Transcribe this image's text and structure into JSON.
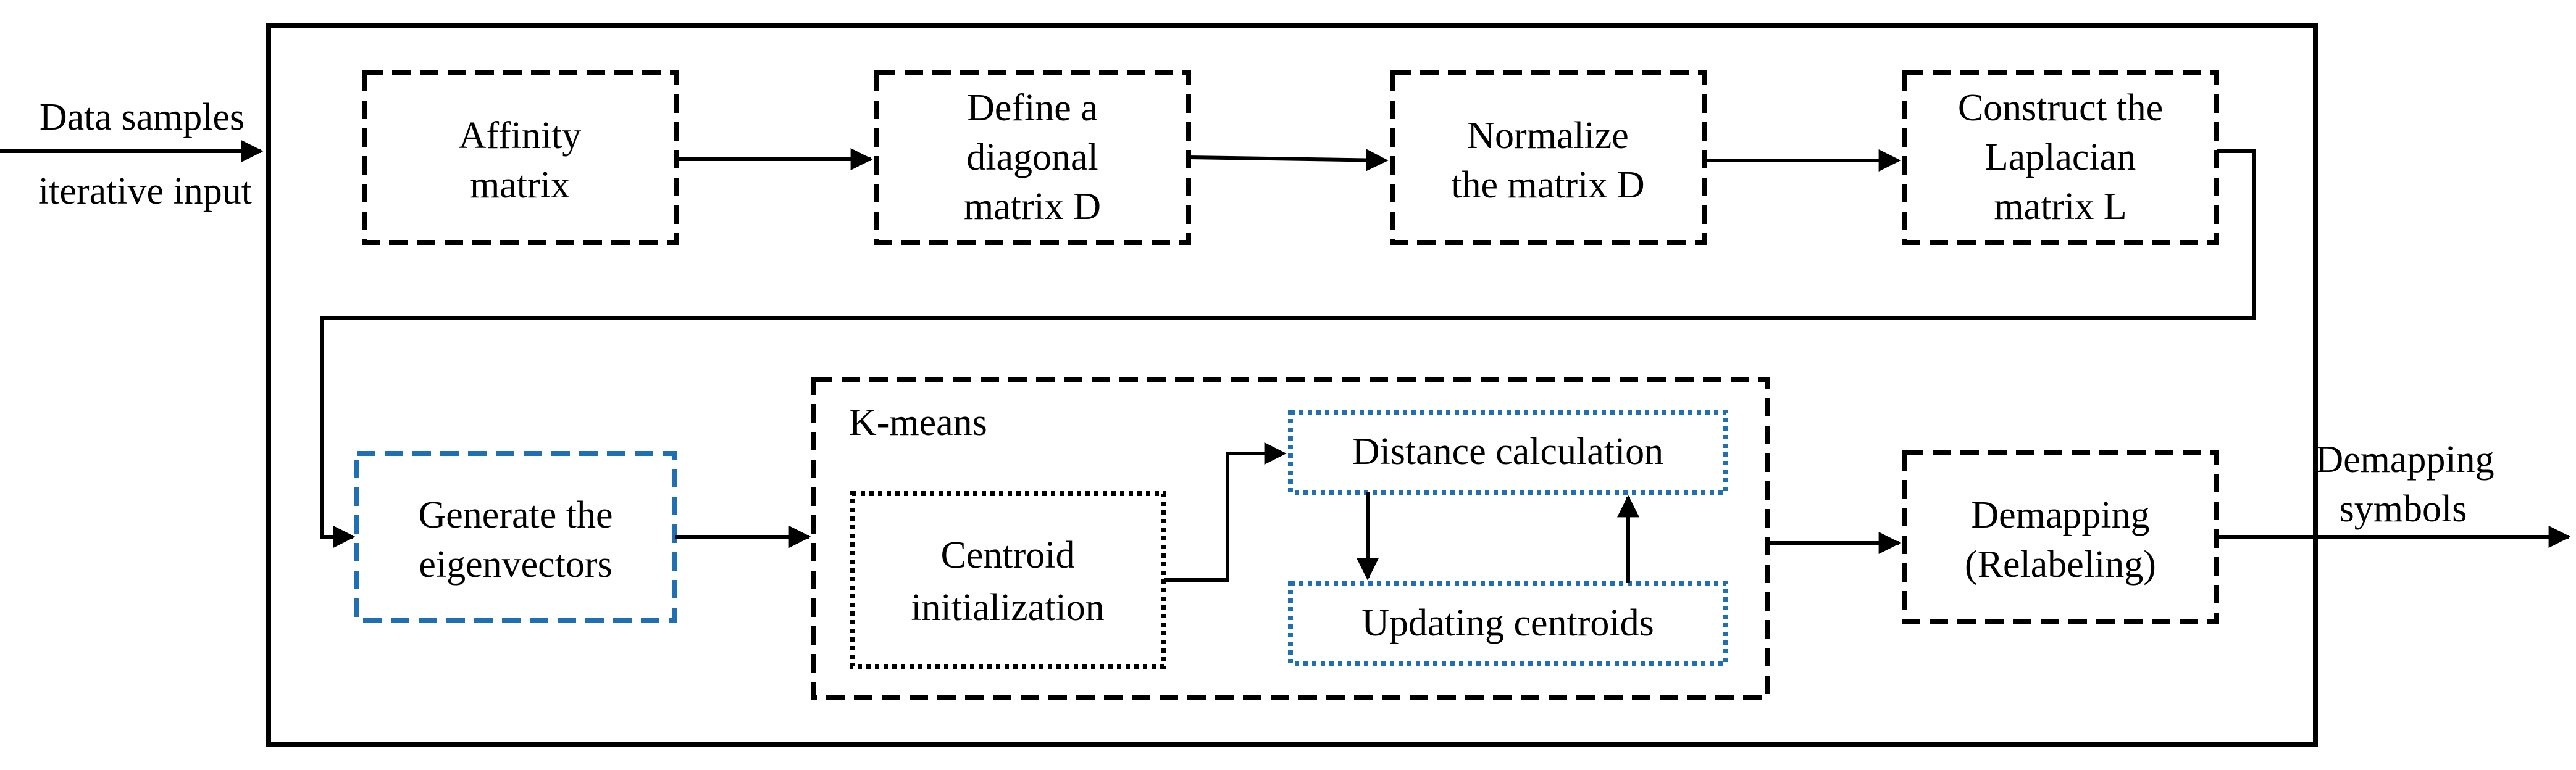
{
  "diagram": {
    "input": {
      "line1": "Data samples",
      "line2": "iterative input"
    },
    "output": {
      "line1": "Demapping",
      "line2": "symbols"
    },
    "blocks": {
      "affinity": {
        "line1": "Affinity",
        "line2": "matrix"
      },
      "diagonal": {
        "line1": "Define a",
        "line2": "diagonal",
        "line3": "matrix D"
      },
      "normalize": {
        "line1": "Normalize",
        "line2": "the matrix D"
      },
      "laplacian": {
        "line1": "Construct the",
        "line2": "Laplacian",
        "line3": "matrix L"
      },
      "eigenvectors": {
        "line1": "Generate the",
        "line2": "eigenvectors"
      },
      "kmeans": {
        "label": "K-means"
      },
      "centroid_init": {
        "line1": "Centroid",
        "line2": "initialization"
      },
      "distance": {
        "label": "Distance calculation"
      },
      "updating": {
        "label": "Updating centroids"
      },
      "demapping": {
        "line1": "Demapping",
        "line2": "(Relabeling)"
      }
    },
    "colors": {
      "line": "#000000",
      "highlight_blue": "#1f6fb5",
      "background": "#ffffff"
    }
  }
}
